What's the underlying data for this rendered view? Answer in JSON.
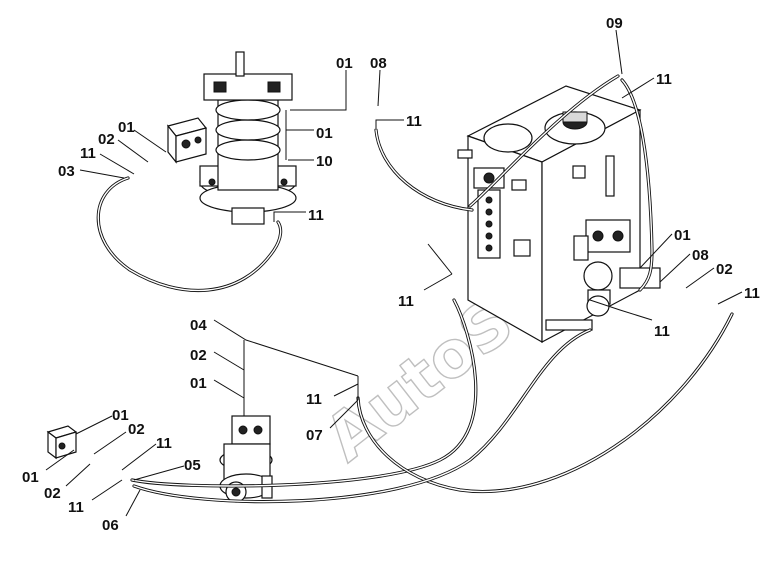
{
  "watermark": "AutoSort",
  "callouts": {
    "c09_top": "09",
    "c11_tank_top": "11",
    "c01_top": "01",
    "c08_top": "08",
    "c11_top_mid": "11",
    "c01_motor": "01",
    "c10": "10",
    "c11_motor_low": "11",
    "c01_valve": "01",
    "c02_valve": "02",
    "c11_valve": "11",
    "c03": "03",
    "c01_tank_right": "01",
    "c08_tank_right": "08",
    "c02_tank_right": "02",
    "c11_tank_right": "11",
    "c11_tank_left": "11",
    "c11_tank_bottom": "11",
    "c04": "04",
    "c02_center": "02",
    "c01_center": "01",
    "c11_center": "11",
    "c07": "07",
    "c01_block": "01",
    "c02_block": "02",
    "c11_block": "11",
    "c05": "05",
    "c01_block_low": "01",
    "c02_block_low": "02",
    "c11_block_low": "11",
    "c06": "06"
  }
}
